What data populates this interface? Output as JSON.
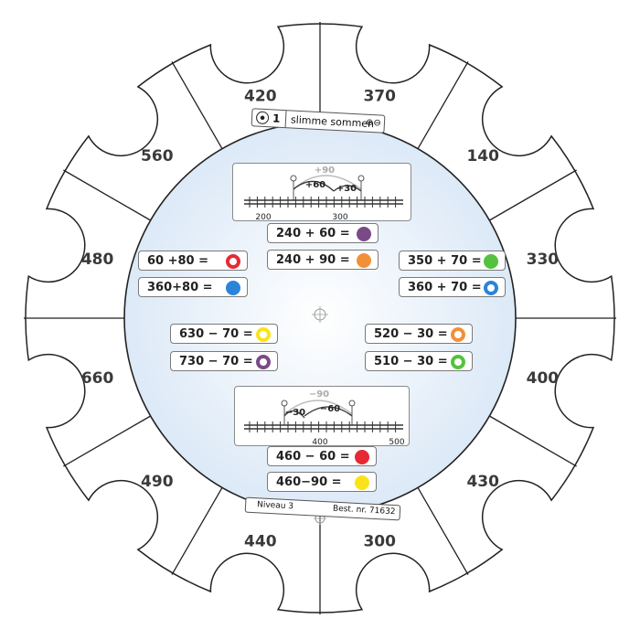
{
  "wheel": {
    "outer_numbers": [
      "420",
      "370",
      "140",
      "330",
      "400",
      "430",
      "300",
      "440",
      "490",
      "660",
      "480",
      "560"
    ],
    "colors": {
      "purple": "#7a4a86",
      "orange": "#f0913a",
      "red": "#e52a36",
      "blue": "#2b84d8",
      "green": "#55c23f",
      "yellow": "#fbe31a"
    }
  },
  "header_tab": {
    "number": "1",
    "title": "slimme sommen",
    "icon": "plus-minus-icon"
  },
  "footer_tab": {
    "level": "Niveau 3",
    "order": "Best. nr. 71632"
  },
  "numberline_top": {
    "arc_big": "+90",
    "arc_a": "+60",
    "arc_b": "+30",
    "tick_left": "200",
    "tick_right": "300"
  },
  "numberline_bottom": {
    "arc_big": "−90",
    "arc_a": "−30",
    "arc_b": "−60",
    "tick_left": "400",
    "tick_right": "500"
  },
  "equations": {
    "e1": {
      "text": "240 + 60 =",
      "marker": "filled",
      "color": "purple"
    },
    "e2": {
      "text": "240 + 90 =",
      "marker": "filled",
      "color": "orange"
    },
    "e3": {
      "text": "60 +80 =",
      "marker": "ring",
      "color": "red"
    },
    "e4": {
      "text": "360+80 =",
      "marker": "filled",
      "color": "blue"
    },
    "e5": {
      "text": "350 + 70 =",
      "marker": "filled",
      "color": "green"
    },
    "e6": {
      "text": "360 + 70 =",
      "marker": "ring",
      "color": "blue"
    },
    "e7": {
      "text": "630 − 70 =",
      "marker": "ring",
      "color": "yellow"
    },
    "e8": {
      "text": "730 − 70 =",
      "marker": "ring",
      "color": "purple"
    },
    "e9": {
      "text": "520 − 30 =",
      "marker": "ring",
      "color": "orange"
    },
    "e10": {
      "text": "510 − 30 =",
      "marker": "ring",
      "color": "green"
    },
    "e11": {
      "text": "460 − 60 =",
      "marker": "filled",
      "color": "red"
    },
    "e12": {
      "text": "460−90 =",
      "marker": "filled",
      "color": "yellow"
    }
  }
}
